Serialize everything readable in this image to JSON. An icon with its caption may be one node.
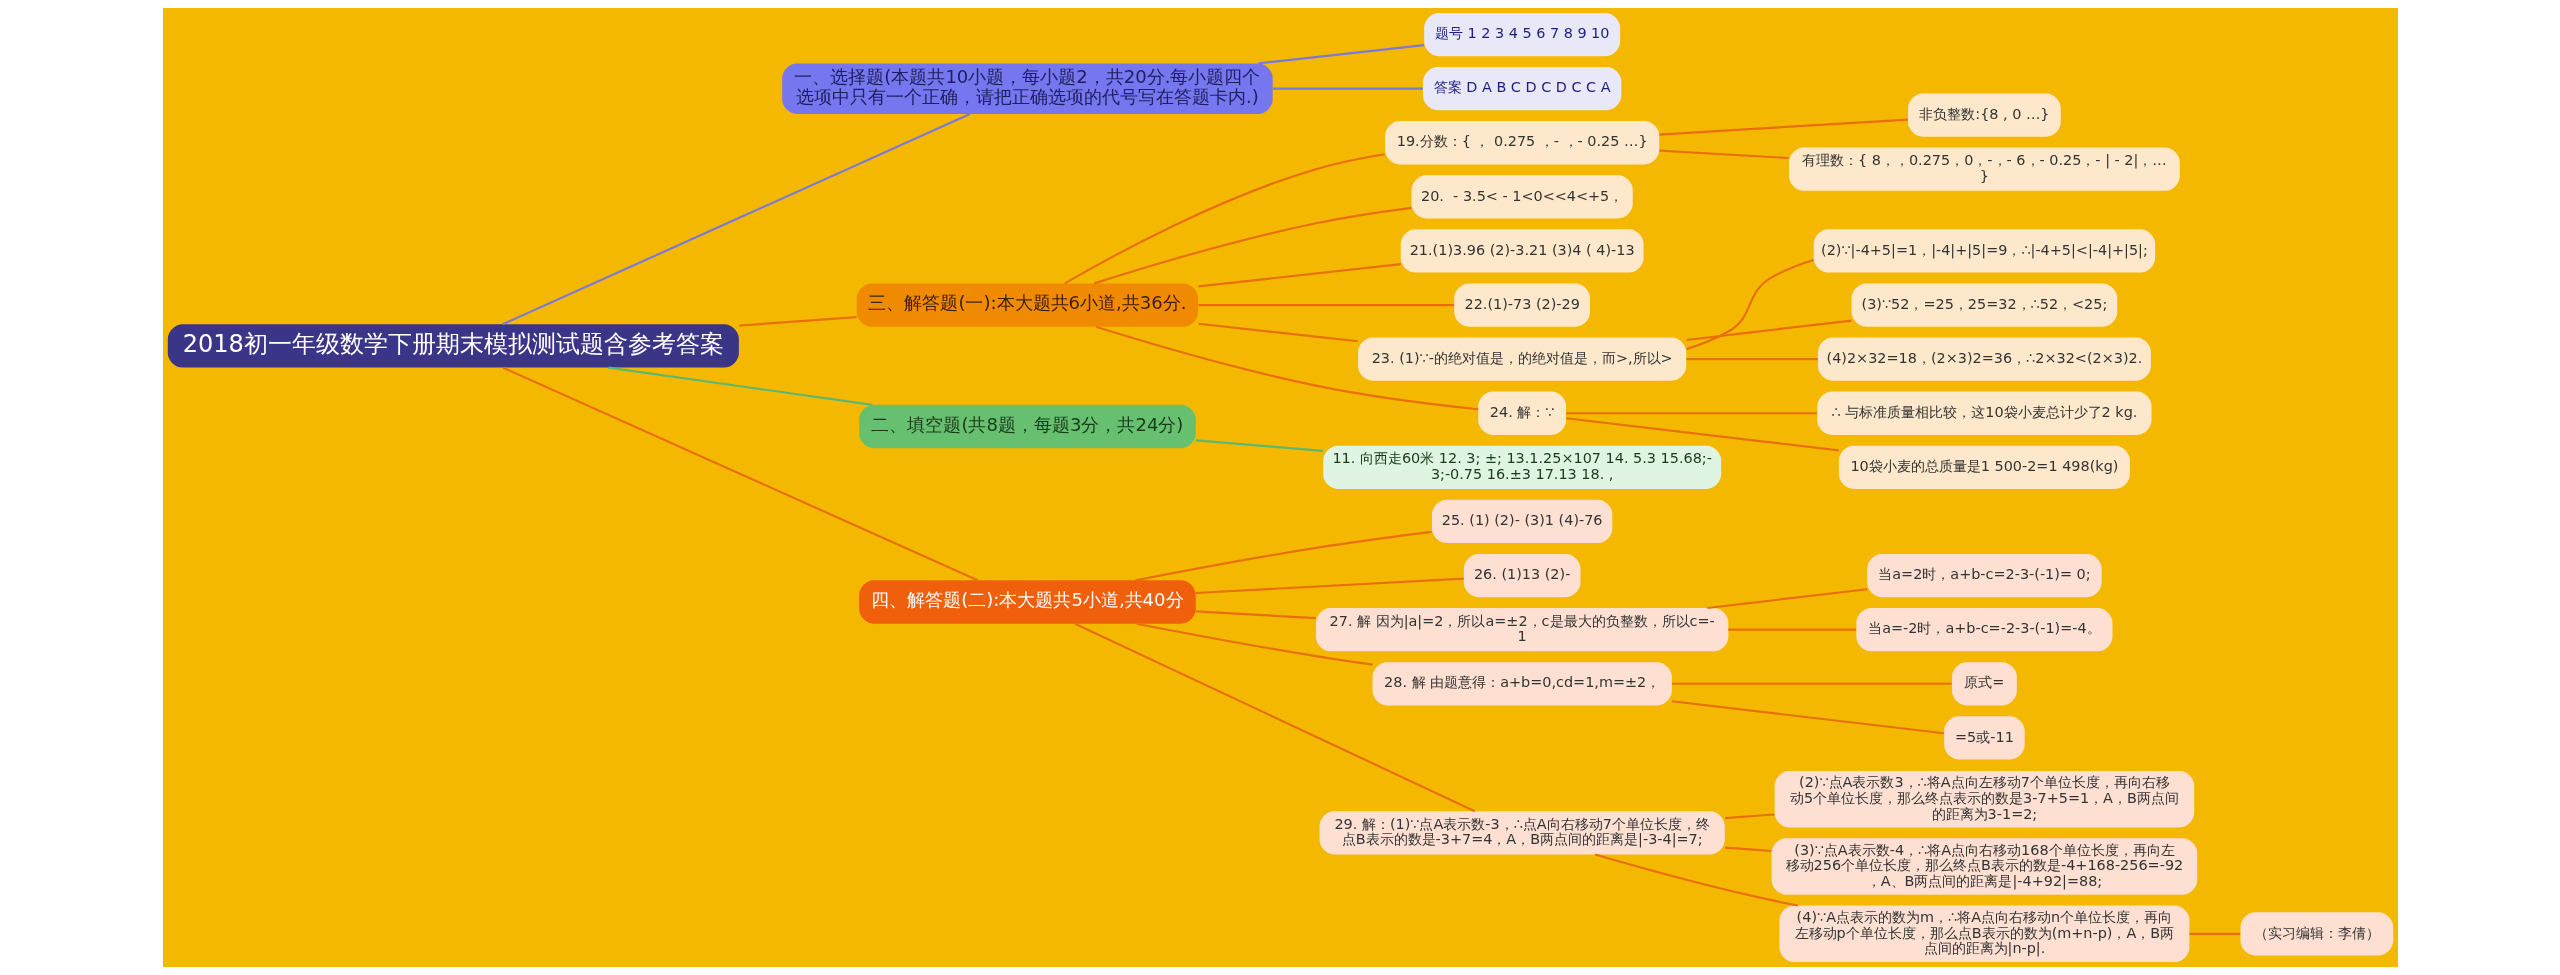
{
  "diagram": {
    "nodes": [
      {
        "text": [
          "2018初一年级数学下册期末模拟测试题含参考答案"
        ]
      },
      {
        "text": [
          "一、选择题(本题共10小题，每小题2，共20分.每小题四个选项中只有一个正确，请把正确选项的代号写在答题卡内.)"
        ]
      },
      {
        "text": [
          "题号 1 2 3 4 5 6 7 8 9 10"
        ]
      },
      {
        "text": [
          "答案 D A B C D C D C C A"
        ]
      },
      {
        "text": [
          "三、解答题(一):本大题共6小道,共36分."
        ]
      },
      {
        "text": [
          "19.分数：{ ， 0.275 ，- ，- 0.25 …}"
        ]
      },
      {
        "text": [
          "非负整数:{8 , 0 …}"
        ]
      },
      {
        "text": [
          "有理数：{ 8，，0.275，0，-，- 6，- 0.25，- | - 2|，…}"
        ]
      },
      {
        "text": [
          "20.  - 3.5< - 1<0<<4<+5，"
        ]
      },
      {
        "text": [
          "21.(1)3.96 (2)-3.21 (3)4 ( 4)-13"
        ]
      },
      {
        "text": [
          "22.(1)-73 (2)-29"
        ]
      },
      {
        "text": [
          "23. (1)∵-的绝对值是，的绝对值是，而>,所以>"
        ]
      },
      {
        "text": [
          "(2)∵|-4+5|=1，|-4|+|5|=9，∴|-4+5|<|-4|+|5|;"
        ]
      },
      {
        "text": [
          "(3)∵52，=25，25=32，∴52，<25;"
        ]
      },
      {
        "text": [
          "(4)2×32=18，(2×3)2=36，∴2×32<(2×3)2."
        ]
      },
      {
        "text": [
          "24. 解：∵"
        ]
      },
      {
        "text": [
          "∴ 与标准质量相比较，这10袋小麦总计少了2 kg."
        ]
      },
      {
        "text": [
          "10袋小麦的总质量是1 500-2=1 498(kg)"
        ]
      },
      {
        "text": [
          "二、填空题(共8题，每题3分，共24分)"
        ]
      },
      {
        "text": [
          "11. 向西走60米 12. 3; ±; 13.1.25×107 14. 5.3 15.68;-3;-0.75 16.±3 17.13 18. ,"
        ]
      },
      {
        "text": [
          "四、解答题(二):本大题共5小道,共40分"
        ]
      },
      {
        "text": [
          "25. (1) (2)- (3)1 (4)-76"
        ]
      },
      {
        "text": [
          "26. (1)13 (2)-"
        ]
      },
      {
        "text": [
          "27. 解 因为|a|=2，所以a=±2，c是最大的负整数，所以c=-1"
        ]
      },
      {
        "text": [
          "当a=2时，a+b-c=2-3-(-1)= 0;"
        ]
      },
      {
        "text": [
          "当a=-2时，a+b-c=-2-3-(-1)=-4。"
        ]
      },
      {
        "text": [
          "28. 解 由题意得：a+b=0,cd=1,m=±2，"
        ]
      },
      {
        "text": [
          "原式="
        ]
      },
      {
        "text": [
          "=5或-11"
        ]
      },
      {
        "text": [
          "29. 解：(1)∵点A表示数-3，∴点A向右移动7个单位长度，终点B表示的数是-3+7=4，A，B两点间的距离是|-3-4|=7;"
        ]
      },
      {
        "text": [
          "(2)∵点A表示数3，∴将A点向左移动7个单位长度，再向右移动5个单位长度，那么终点表示的数是3-7+5=1，A，B两点间的距离为3-1=2;"
        ]
      },
      {
        "text": [
          "(3)∵点A表示数-4，∴将A点向右移动168个单位长度，再向左移动256个单位长度，那么终点B表示的数是-4+168-256=-92，A、B两点间的距离是|-4+92|=88;"
        ]
      },
      {
        "text": [
          "(4)∵A点表示的数为m，∴将A点向右移动n个单位长度，再向左移动p个单位长度，那么点B表示的数为(m+n-p)，A，B两点间的距离为|n-p|."
        ]
      },
      {
        "text": [
          "（实习编辑：李倩）"
        ]
      }
    ],
    "edges": [
      {
        "from": 0,
        "to": 1,
        "arrow": "none",
        "color": "#7a7ad8"
      },
      {
        "from": 1,
        "to": 2,
        "arrow": "none",
        "color": "#7a7ad8"
      },
      {
        "from": 1,
        "to": 3,
        "arrow": "none",
        "color": "#7a7ad8"
      },
      {
        "from": 0,
        "to": 4,
        "arrow": "none"
      },
      {
        "from": 4,
        "to": 5,
        "arrow": "none"
      },
      {
        "from": 5,
        "to": 6,
        "arrow": "none"
      },
      {
        "from": 5,
        "to": 7,
        "arrow": "none"
      },
      {
        "from": 4,
        "to": 8,
        "arrow": "none"
      },
      {
        "from": 4,
        "to": 9,
        "arrow": "none"
      },
      {
        "from": 4,
        "to": 10,
        "arrow": "none"
      },
      {
        "from": 4,
        "to": 11,
        "arrow": "none"
      },
      {
        "from": 11,
        "to": 12,
        "arrow": "none"
      },
      {
        "from": 11,
        "to": 13,
        "arrow": "none"
      },
      {
        "from": 11,
        "to": 14,
        "arrow": "none"
      },
      {
        "from": 4,
        "to": 15,
        "arrow": "none"
      },
      {
        "from": 15,
        "to": 16,
        "arrow": "none"
      },
      {
        "from": 15,
        "to": 17,
        "arrow": "none"
      },
      {
        "from": 0,
        "to": 18,
        "arrow": "none",
        "color": "#5cb870"
      },
      {
        "from": 18,
        "to": 19,
        "arrow": "none",
        "color": "#5cb870"
      },
      {
        "from": 0,
        "to": 20,
        "arrow": "none"
      },
      {
        "from": 20,
        "to": 21,
        "arrow": "none"
      },
      {
        "from": 20,
        "to": 22,
        "arrow": "none"
      },
      {
        "from": 20,
        "to": 23,
        "arrow": "none"
      },
      {
        "from": 23,
        "to": 24,
        "arrow": "none"
      },
      {
        "from": 23,
        "to": 25,
        "arrow": "none"
      },
      {
        "from": 20,
        "to": 26,
        "arrow": "none"
      },
      {
        "from": 26,
        "to": 27,
        "arrow": "none"
      },
      {
        "from": 26,
        "to": 28,
        "arrow": "none"
      },
      {
        "from": 20,
        "to": 29,
        "arrow": "none"
      },
      {
        "from": 29,
        "to": 30,
        "arrow": "none"
      },
      {
        "from": 29,
        "to": 31,
        "arrow": "none"
      },
      {
        "from": 29,
        "to": 32,
        "arrow": "none"
      },
      {
        "from": 32,
        "to": 33,
        "arrow": "none"
      }
    ]
  }
}
